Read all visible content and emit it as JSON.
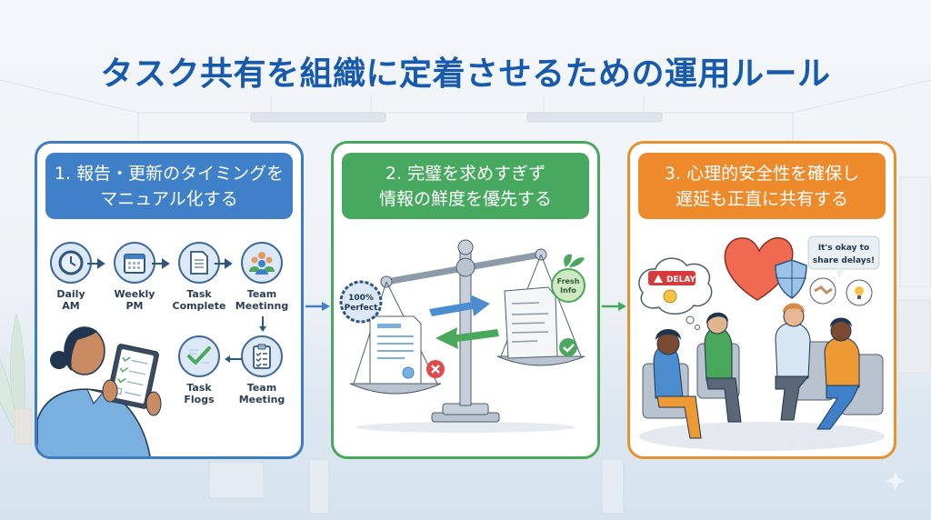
{
  "title": "タスク共有を組織に定着させるための運用ルール",
  "colors": {
    "title": "#1659ad",
    "card1": "#3f80c8",
    "card2": "#47a960",
    "card3": "#ec8a2c"
  },
  "cards": [
    {
      "heading_line1": "1. 報告・更新のタイミングを",
      "heading_line2": "マニュアル化する",
      "steps": [
        {
          "icon": "clock-icon",
          "line1": "Daily",
          "line2": "AM"
        },
        {
          "icon": "calendar-icon",
          "line1": "Weekly",
          "line2": "PM"
        },
        {
          "icon": "document-icon",
          "line1": "Task",
          "line2": "Complete"
        },
        {
          "icon": "team-icon",
          "line1": "Team",
          "line2": "Meetinng"
        },
        {
          "icon": "clipboard-checklist-icon",
          "line1": "Team",
          "line2": "Meeting"
        },
        {
          "icon": "checkmark-icon",
          "line1": "Task",
          "line2": "Flogs"
        }
      ],
      "illustration": "woman-with-tablet-checklist"
    },
    {
      "heading_line1": "2. 完璧を求めすぎず",
      "heading_line2": "情報の鮮度を優先する",
      "badge_perfect_line1": "100%",
      "badge_perfect_line2": "Perfect",
      "badge_fresh_line1": "Fresh",
      "badge_fresh_line2": "Info",
      "illustration": "balance-scale"
    },
    {
      "heading_line1": "3. 心理的安全性を確保し",
      "heading_line2": "遅延も正直に共有する",
      "delay_label": "DELAY",
      "speech_line1": "It's okay to",
      "speech_line2": "share delays!",
      "illustration": "four-people-discussion-circle"
    }
  ]
}
